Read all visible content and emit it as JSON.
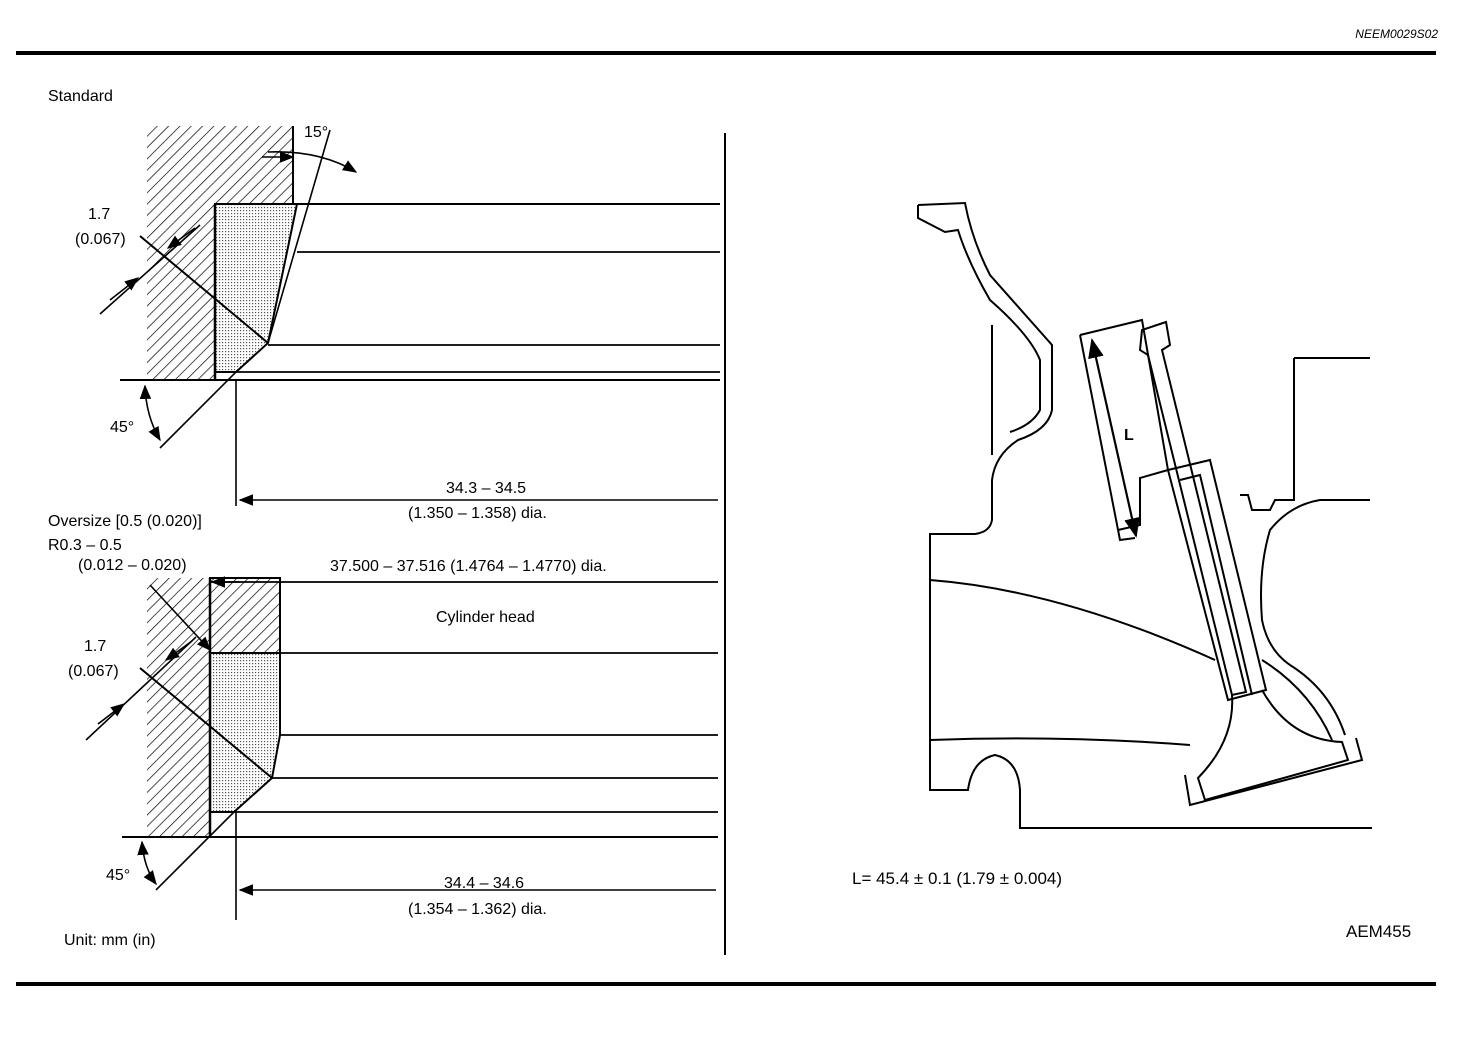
{
  "doc_code": "NEEM0029S02",
  "figure_code": "AEM455",
  "standard": {
    "title": "Standard",
    "angle_top": "15°",
    "width_mm": "1.7",
    "width_in": "(0.067)",
    "angle_bottom": "45°",
    "dia_mm": "34.3 – 34.5",
    "dia_in": "(1.350 – 1.358) dia."
  },
  "oversize": {
    "title": "Oversize [0.5 (0.020)]",
    "radius_mm": "R0.3 – 0.5",
    "radius_in": "(0.012 – 0.020)",
    "bore_dia": "37.500 – 37.516 (1.4764 – 1.4770) dia.",
    "cylinder_head": "Cylinder head",
    "width_mm": "1.7",
    "width_in": "(0.067)",
    "angle_bottom": "45°",
    "dia_mm": "34.4 – 34.6",
    "dia_in": "(1.354 – 1.362) dia."
  },
  "unit_note": "Unit: mm (in)",
  "valve": {
    "label": "L",
    "spec": "L= 45.4 ± 0.1 (1.79 ± 0.004)"
  }
}
